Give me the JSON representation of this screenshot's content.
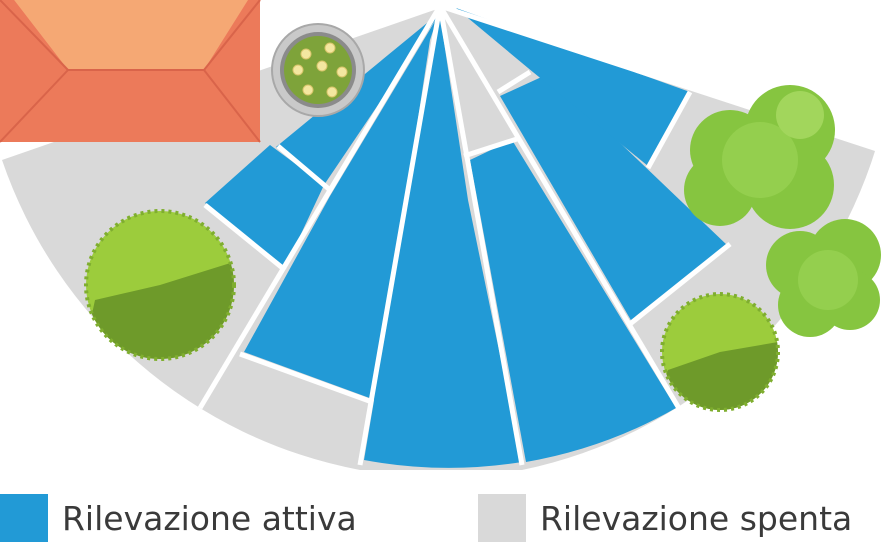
{
  "colors": {
    "active": "#229ad6",
    "off": "#d9d9d9",
    "roof_light": "#f5a874",
    "roof_dark": "#ec7a5a",
    "tree_light": "#9ccc3c",
    "tree_dark": "#6e9a2a",
    "bush": "#86c540",
    "background": "#ffffff"
  },
  "scene": {
    "icons": [
      "house-roof",
      "flower-pot",
      "tree",
      "bush"
    ]
  },
  "legend": {
    "active_label": "Rilevazione attiva",
    "off_label": "Rilevazione spenta"
  }
}
